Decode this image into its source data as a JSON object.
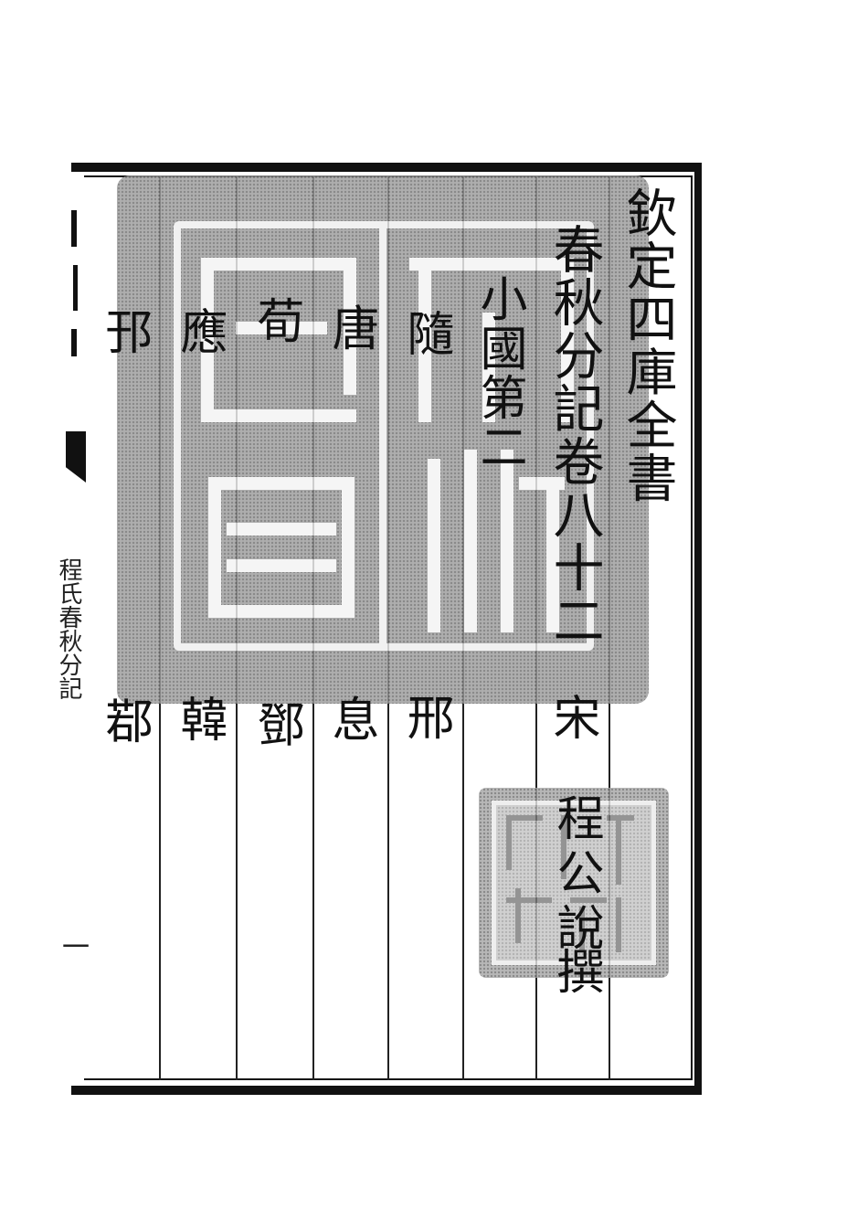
{
  "page": {
    "series_title": "欽定四庫全書",
    "book_title": "春秋分記卷八十二",
    "section_title": "小國第二",
    "dynasty": "宋",
    "author": "程公說",
    "author_action": "撰",
    "states_upper": [
      "隨",
      "唐",
      "荀",
      "應",
      "邘"
    ],
    "states_lower": [
      "邢",
      "息",
      "鄧",
      "韓",
      "鄀"
    ],
    "margin_fragment": "程氏春秋分記",
    "margin_page_mark": "一"
  },
  "seals": {
    "large": {
      "description_icon": "square-collection-seal-icon"
    },
    "small": {
      "description_icon": "square-library-seal-icon"
    }
  },
  "colors": {
    "ink": "#111111",
    "seal_gray": "#9d9d9d",
    "paper": "#ffffff"
  }
}
